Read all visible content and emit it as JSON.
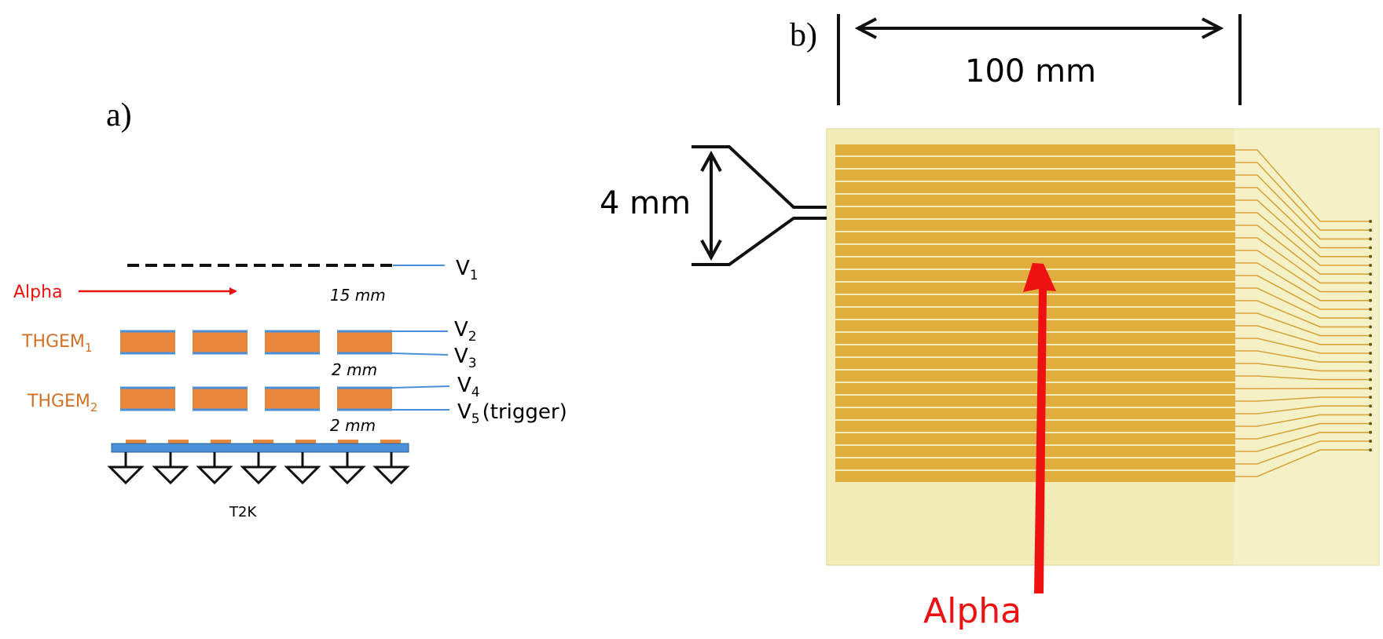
{
  "panel_a": {
    "label": "a)",
    "alpha": "Alpha",
    "v1": "V",
    "v1_sub": "1",
    "v2": "V",
    "v2_sub": "2",
    "v3": "V",
    "v3_sub": "3",
    "v4": "V",
    "v4_sub": "4",
    "v5": "V",
    "v5_sub": "5",
    "v5_note": "(trigger)",
    "thgem1": "THGEM",
    "thgem1_sub": "1",
    "thgem2": "THGEM",
    "thgem2_sub": "2",
    "gap_drift": "15 mm",
    "gap_1": "2 mm",
    "gap_2": "2 mm",
    "readout": "T2K",
    "colors": {
      "electrode": "#e8873c",
      "plane": "#4a90d9",
      "beam": "#e8120f"
    }
  },
  "panel_b": {
    "label": "b)",
    "width": "100 mm",
    "pitch": "4 mm",
    "alpha": "Alpha",
    "colors": {
      "board": "#f2edb8",
      "strip": "#e0ad3e",
      "arrow": "#ee1111"
    }
  }
}
